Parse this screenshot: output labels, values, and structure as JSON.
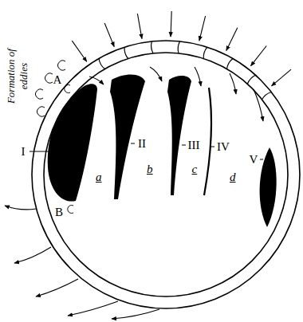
{
  "diagram": {
    "labels": [
      "Formation of eddies",
      "A",
      "B",
      "I",
      "II",
      "III",
      "IV",
      "V",
      "a",
      "b",
      "c",
      "d"
    ]
  }
}
